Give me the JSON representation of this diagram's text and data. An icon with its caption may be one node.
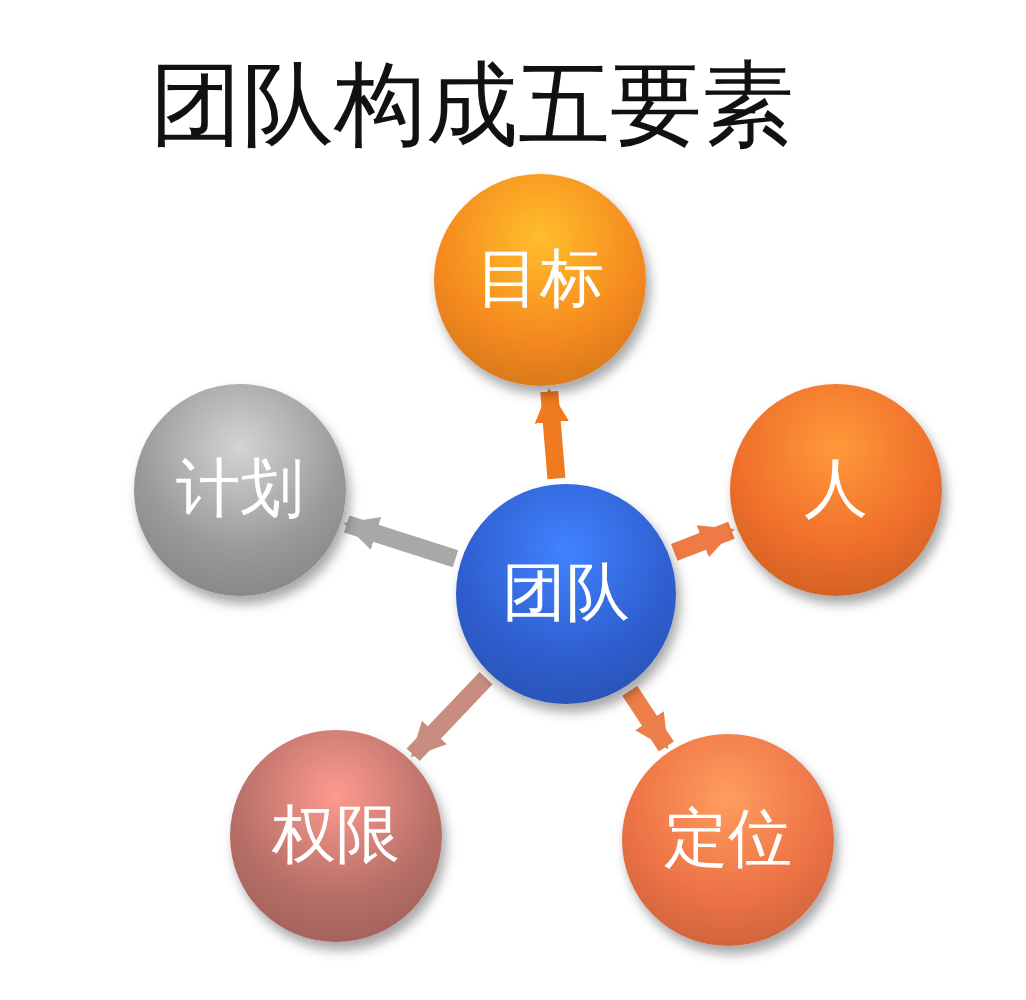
{
  "diagram": {
    "title": "团队构成五要素",
    "nodes": [
      {
        "text": [
          "目标"
        ]
      },
      {
        "text": [
          "计划"
        ]
      },
      {
        "text": [
          "团队"
        ]
      },
      {
        "text": [
          "人"
        ]
      },
      {
        "text": [
          "权限"
        ]
      },
      {
        "text": [
          "定位"
        ]
      }
    ],
    "edges": [
      {
        "from": 2,
        "to": 0,
        "arrow": "to",
        "color": "#f07a20"
      },
      {
        "from": 2,
        "to": 3,
        "arrow": "to",
        "color": "#ee7a45"
      },
      {
        "from": 2,
        "to": 5,
        "arrow": "to",
        "color": "#ec7e4a"
      },
      {
        "from": 2,
        "to": 4,
        "arrow": "to",
        "color": "#c98c80"
      },
      {
        "from": 2,
        "to": 1,
        "arrow": "to",
        "color": "#a8a8a8"
      }
    ]
  }
}
